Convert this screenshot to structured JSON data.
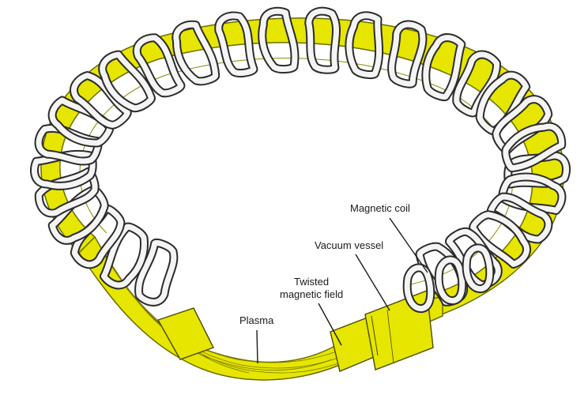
{
  "labels": {
    "magnetic_coil": "Magnetic coil",
    "vacuum_vessel": "Vacuum vessel",
    "twisted_field_line1": "Twisted",
    "twisted_field_line2": "magnetic field",
    "plasma": "Plasma"
  },
  "colors": {
    "plasma": "#e6e600",
    "plasma_stroke": "#6b6b00",
    "coil_outline": "#2b2b2b",
    "coil_fill": "#f4f4f4",
    "background": "#ffffff"
  }
}
